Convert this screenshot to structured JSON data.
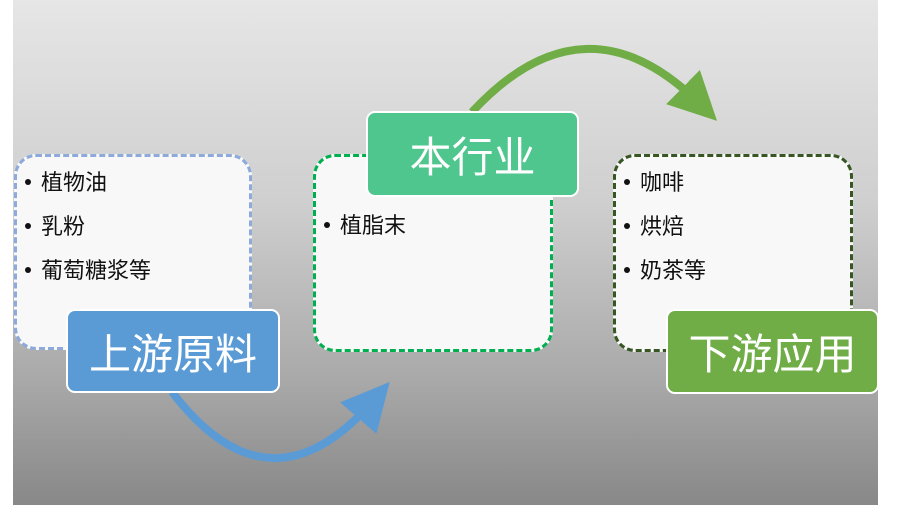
{
  "diagram": {
    "colors": {
      "upstream": "#5b9bd5",
      "upstream_border": "#8eaadb",
      "industry": "#4ec68e",
      "industry_border": "#00b050",
      "downstream": "#70ad47",
      "downstream_border": "#375623"
    },
    "upstream": {
      "title": "上游原料",
      "items": [
        "植物油",
        "乳粉",
        "葡萄糖浆等"
      ]
    },
    "industry": {
      "title": "本行业",
      "items": [
        "植脂末"
      ]
    },
    "downstream": {
      "title": "下游应用",
      "items": [
        "咖啡",
        "烘焙",
        "奶茶等"
      ]
    },
    "connectors": [
      {
        "from": "上游原料",
        "to": "本行业",
        "color": "#5b9bd5",
        "shape": "curved-arrow-below"
      },
      {
        "from": "本行业",
        "to": "下游应用",
        "color": "#70ad47",
        "shape": "curved-arrow-above"
      }
    ]
  }
}
